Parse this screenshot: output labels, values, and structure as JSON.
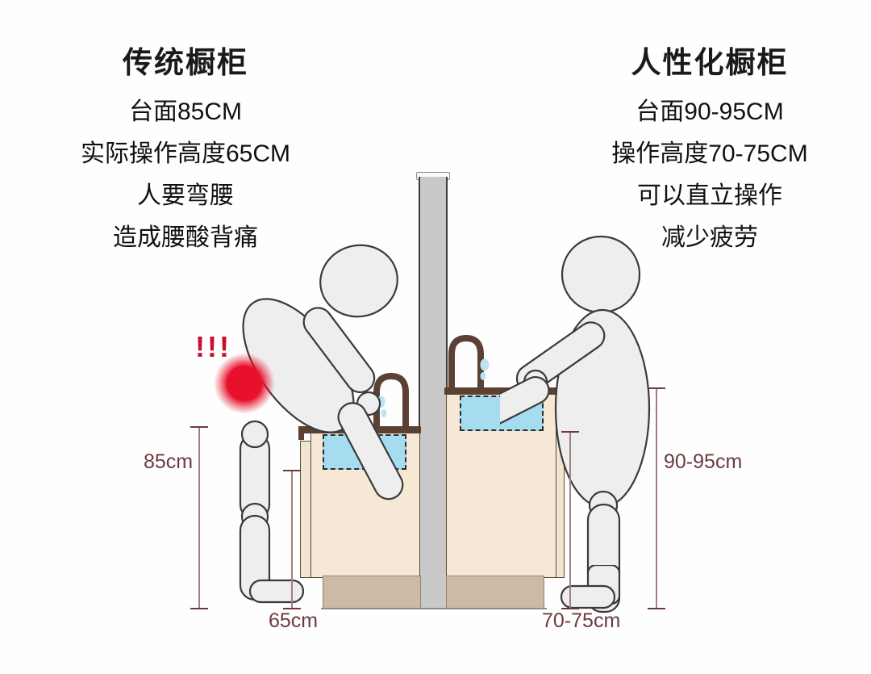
{
  "left_panel": {
    "heading": "传统橱柜",
    "lines": [
      "台面85CM",
      "实际操作高度65CM",
      "人要弯腰",
      "造成腰酸背痛"
    ]
  },
  "right_panel": {
    "heading": "人性化橱柜",
    "lines": [
      "台面90-95CM",
      "操作高度70-75CM",
      "可以直立操作",
      "减少疲劳"
    ]
  },
  "dimensions": {
    "left_counter_height": "85cm",
    "left_working_height": "65cm",
    "right_counter_height": "90-95cm",
    "right_working_height": "70-75cm"
  },
  "annotations": {
    "pain_alert": "!!!",
    "pain_point_label": "lower-back-pain-marker"
  },
  "colors": {
    "cabinet_face": "#f7e8d6",
    "cabinet_side": "#f0e6cf",
    "countertop": "#5b4133",
    "kick_plate": "#cdb9a5",
    "sink_water": "#a5dcf0",
    "wall": "#c9c9c9",
    "figure_fill": "#eeeeee",
    "figure_stroke": "#3a3a3a",
    "dimension_text": "#6b3a3f",
    "dimension_line": "#a37e82",
    "alert_red": "#c8102e",
    "pain_dot": "#e8102a",
    "faucet": "#5b4133",
    "water_drop": "#bfe3f2"
  }
}
